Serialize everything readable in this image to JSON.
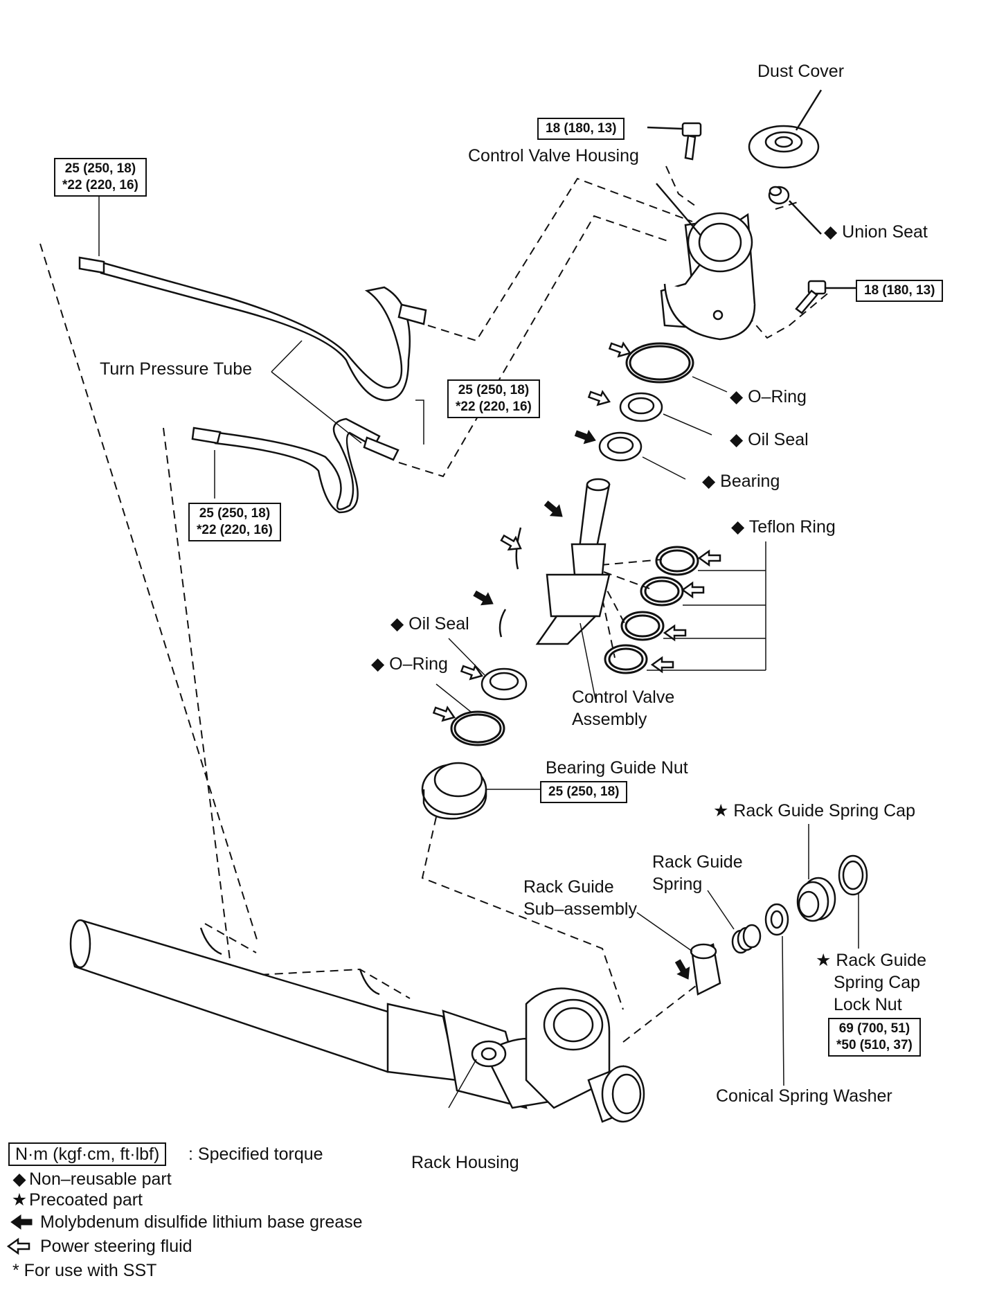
{
  "labels": {
    "dust_cover": "Dust Cover",
    "control_valve_housing": "Control Valve Housing",
    "union_seat": "◆ Union Seat",
    "turn_pressure_tube": "Turn Pressure Tube",
    "o_ring_upper": "◆ O–Ring",
    "oil_seal_upper": "◆ Oil Seal",
    "bearing": "◆ Bearing",
    "teflon_ring": "◆ Teflon Ring",
    "oil_seal_lower": "◆ Oil Seal",
    "o_ring_lower": "◆ O–Ring",
    "control_valve_assembly_1": "Control Valve",
    "control_valve_assembly_2": "Assembly",
    "bearing_guide_nut": "Bearing Guide Nut",
    "rack_guide_spring_cap": "★ Rack Guide Spring Cap",
    "rack_guide_spring_1": "Rack Guide",
    "rack_guide_spring_2": "Spring",
    "rack_guide_sub_1": "Rack Guide",
    "rack_guide_sub_2": "Sub–assembly",
    "lock_nut_1": "★ Rack Guide",
    "lock_nut_2": "Spring Cap",
    "lock_nut_3": "Lock Nut",
    "conical_spring_washer": "Conical Spring Washer",
    "rack_housing": "Rack Housing"
  },
  "torques": {
    "bolt_top": "18 (180, 13)",
    "bolt_right": "18 (180, 13)",
    "tube_end_a": "25 (250, 18)",
    "tube_end_a_sst": "*22 (220, 16)",
    "tube_mid": "25 (250, 18)",
    "tube_mid_sst": "*22 (220, 16)",
    "tube_end_b": "25 (250, 18)",
    "tube_end_b_sst": "*22 (220, 16)",
    "guide_nut": "25 (250, 18)",
    "lock_nut": "69 (700, 51)",
    "lock_nut_sst": "*50 (510, 37)"
  },
  "legend": {
    "torque_unit": "N·m (kgf·cm, ft·lbf)",
    "torque_desc": ": Specified torque",
    "non_reusable_sym": "◆",
    "non_reusable": "Non–reusable part",
    "precoated_sym": "★",
    "precoated": "Precoated part",
    "grease": "Molybdenum disulfide lithium base grease",
    "fluid": "Power steering fluid",
    "sst": "* For use with SST"
  }
}
